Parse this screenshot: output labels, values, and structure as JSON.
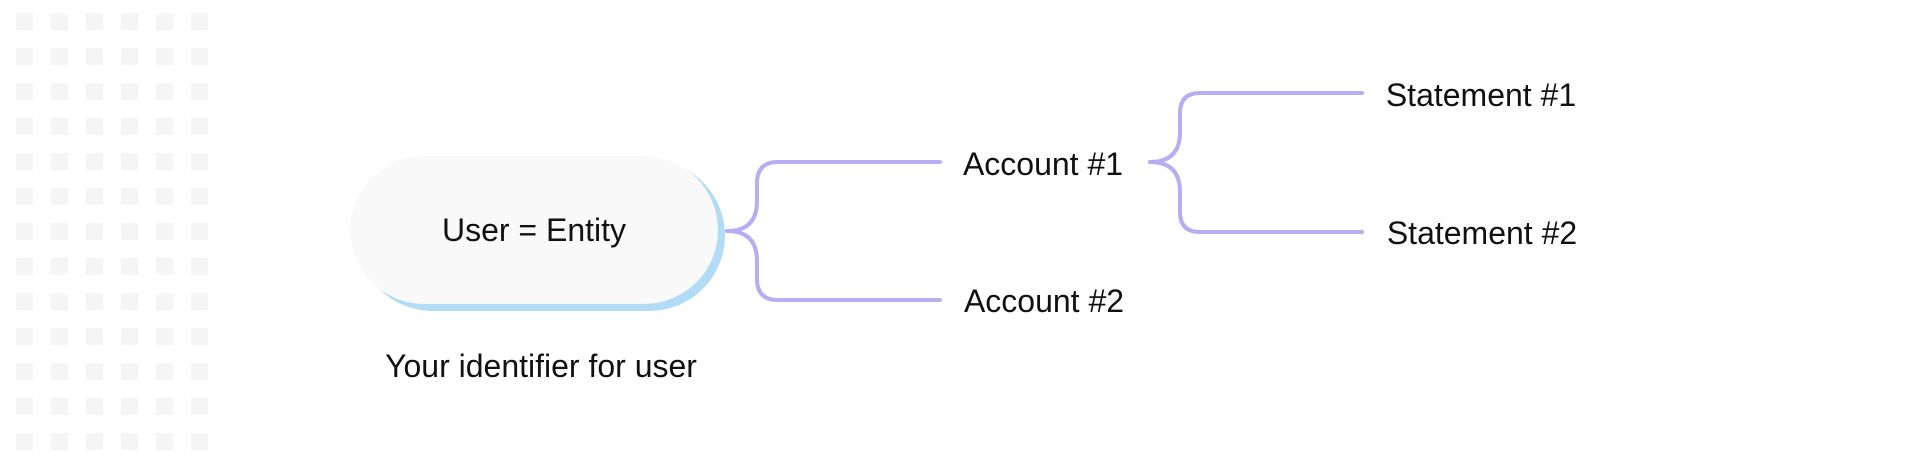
{
  "diagram": {
    "root": {
      "label": "User = Entity",
      "caption": "Your identifier for user"
    },
    "accounts": [
      "Account #1",
      "Account #2"
    ],
    "statements": [
      "Statement #1",
      "Statement #2"
    ]
  },
  "colors": {
    "connector": "#b8adf2",
    "pill_fill": "#f9f9f9",
    "pill_shadow": "#b2dcf5",
    "grid_dot": "#f5f5f5",
    "text": "#111111"
  }
}
